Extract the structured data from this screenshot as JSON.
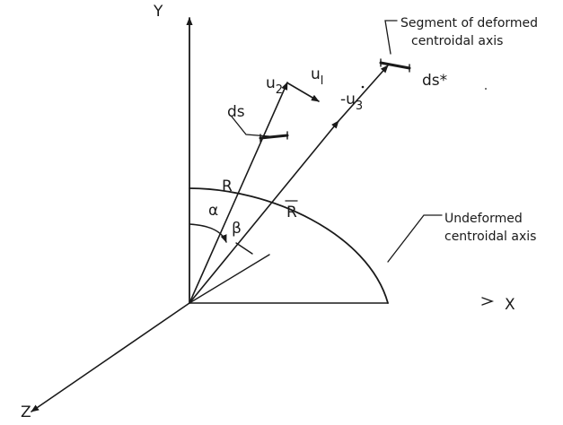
{
  "axes": {
    "y_label": "Y",
    "x_label": "X",
    "z_label": "Z"
  },
  "vectors": {
    "R": "R",
    "R_bar": "R",
    "u1_main": "u",
    "u1_sub": "l",
    "u2_main": "u",
    "u2_sub": "2",
    "u3_main": "-u",
    "u3_sub": "3"
  },
  "angles": {
    "alpha": "α",
    "beta": "β"
  },
  "elements": {
    "ds": "ds",
    "ds_star": "ds*"
  },
  "annotations": {
    "segment_line1": "Segment of deformed",
    "segment_line2": "centroidal axis",
    "undeformed_line1": "Undeformed",
    "undeformed_line2": "centroidal axis"
  },
  "colors": {
    "ink": "#1a1a1a",
    "background": "#ffffff"
  }
}
